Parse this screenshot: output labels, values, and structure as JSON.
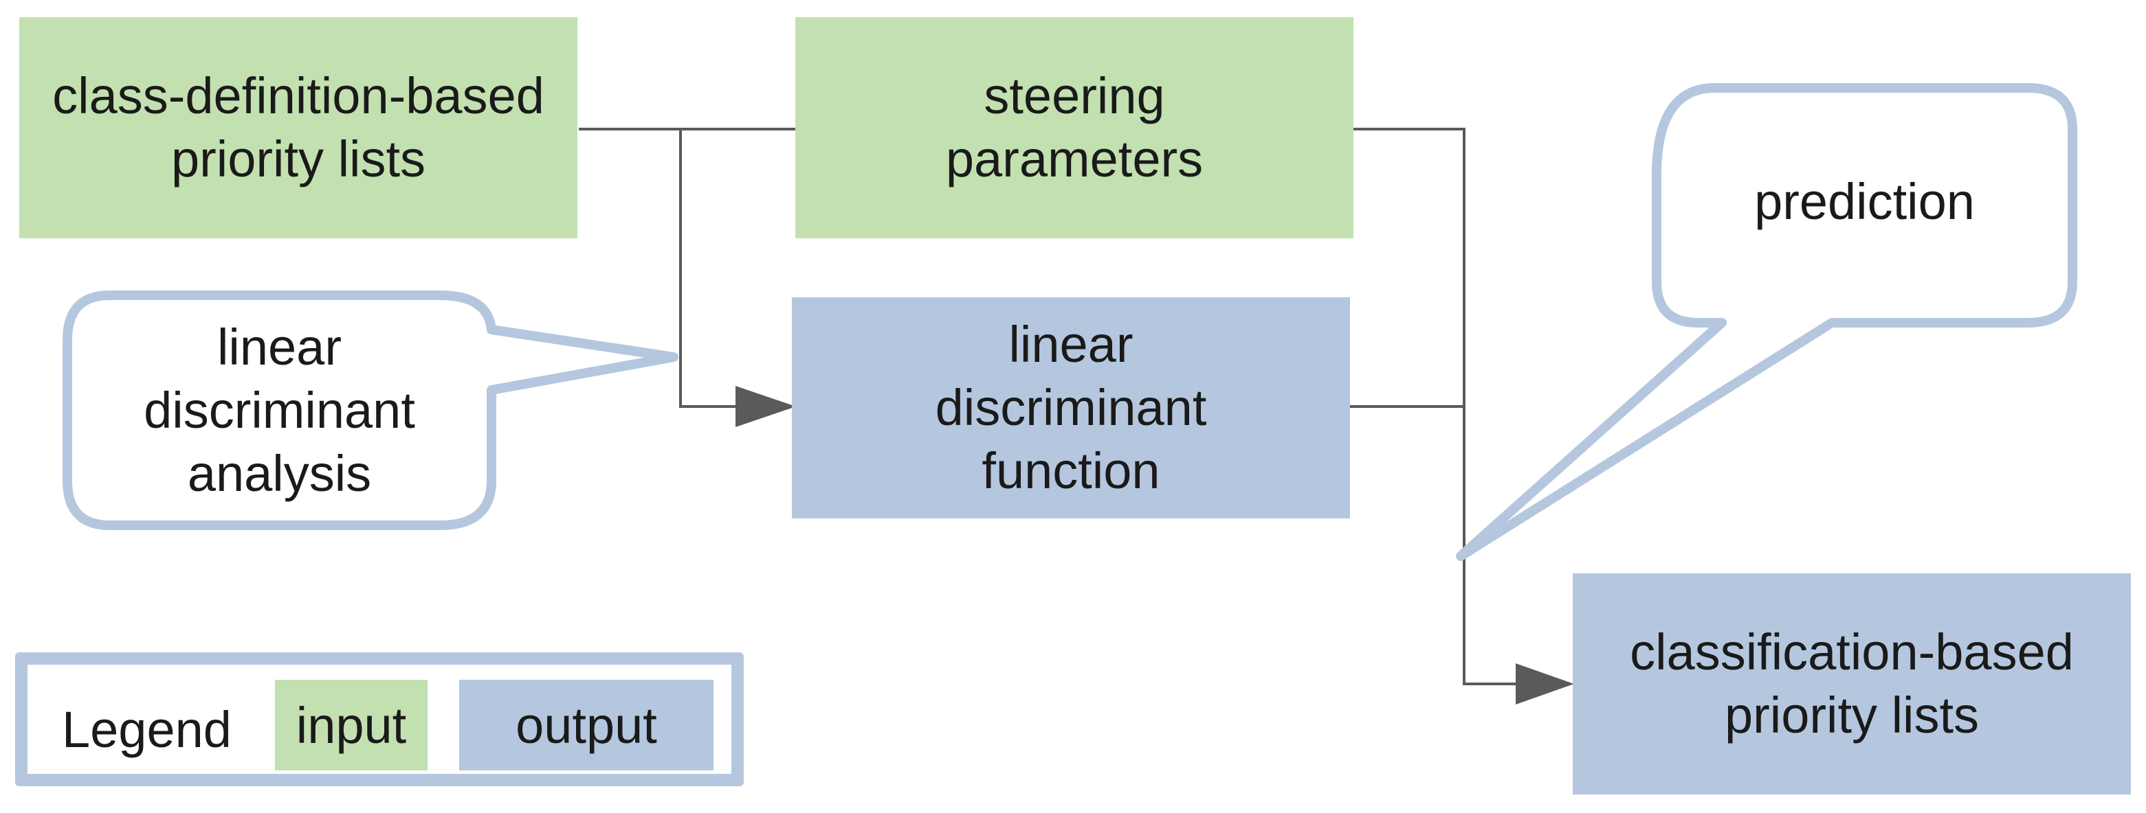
{
  "colors": {
    "input": "#c3e0b0",
    "output": "#b4c7de",
    "callout_border": "#b4c7de",
    "connector": "#5a5a5a"
  },
  "nodes": {
    "class_definition": {
      "label": "class-definition-based\npriority lists",
      "kind": "input"
    },
    "steering": {
      "label": "steering\nparameters",
      "kind": "input"
    },
    "ldf": {
      "label": "linear\ndiscriminant\nfunction",
      "kind": "output"
    },
    "classification": {
      "label": "classification-based\npriority lists",
      "kind": "output"
    }
  },
  "callouts": {
    "lda": {
      "label": "linear\ndiscriminant\nanalysis"
    },
    "prediction": {
      "label": "prediction"
    }
  },
  "edges": [
    {
      "from": "class_definition",
      "to": "ldf",
      "via": "lda"
    },
    {
      "from": "steering",
      "to": "classification",
      "via": "prediction"
    },
    {
      "from": "ldf",
      "to": "classification",
      "via": "prediction"
    }
  ],
  "legend": {
    "title": "Legend",
    "input_label": "input",
    "output_label": "output"
  }
}
